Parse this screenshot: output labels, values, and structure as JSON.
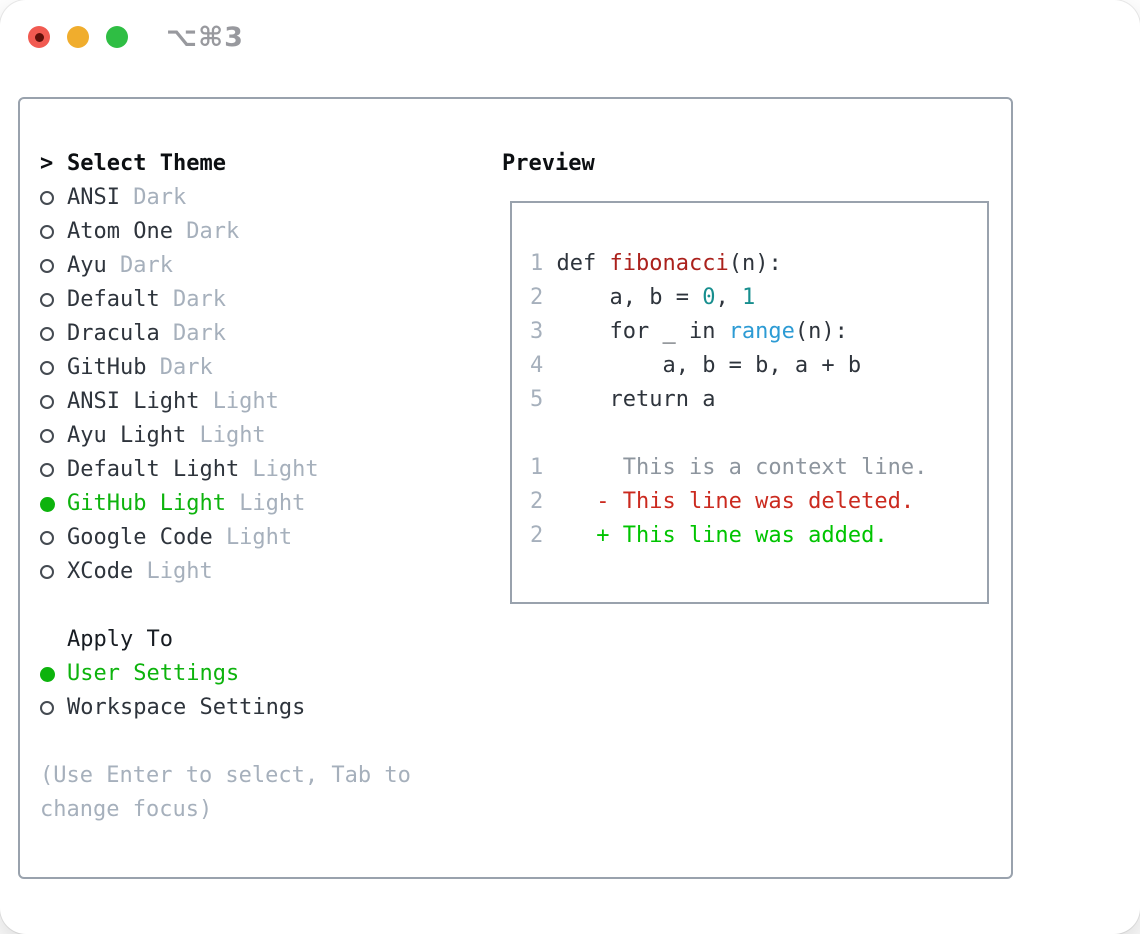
{
  "window": {
    "title": "⌥⌘3"
  },
  "theme_panel": {
    "header_marker": ">",
    "header_label": "Select Theme",
    "themes": [
      {
        "name": "ANSI",
        "variant": "Dark",
        "selected": false
      },
      {
        "name": "Atom One",
        "variant": "Dark",
        "selected": false
      },
      {
        "name": "Ayu",
        "variant": "Dark",
        "selected": false
      },
      {
        "name": "Default",
        "variant": "Dark",
        "selected": false
      },
      {
        "name": "Dracula",
        "variant": "Dark",
        "selected": false
      },
      {
        "name": "GitHub",
        "variant": "Dark",
        "selected": false
      },
      {
        "name": "ANSI Light",
        "variant": "Light",
        "selected": false
      },
      {
        "name": "Ayu Light",
        "variant": "Light",
        "selected": false
      },
      {
        "name": "Default Light",
        "variant": "Light",
        "selected": false
      },
      {
        "name": "GitHub Light",
        "variant": "Light",
        "selected": true
      },
      {
        "name": "Google Code",
        "variant": "Light",
        "selected": false
      },
      {
        "name": "XCode",
        "variant": "Light",
        "selected": false
      }
    ],
    "apply_to": {
      "label": "Apply To",
      "options": [
        {
          "name": "User Settings",
          "selected": true
        },
        {
          "name": "Workspace Settings",
          "selected": false
        }
      ]
    },
    "hint": "(Use Enter to select, Tab to change focus)"
  },
  "preview": {
    "label": "Preview",
    "lines": [
      {
        "num": "1",
        "segs": [
          {
            "t": " def ",
            "c": "code"
          },
          {
            "t": "fibonacci",
            "c": "function_red"
          },
          {
            "t": "(n):",
            "c": "code"
          }
        ]
      },
      {
        "num": "2",
        "segs": [
          {
            "t": "     a, b = ",
            "c": "code"
          },
          {
            "t": "0",
            "c": "number_teal"
          },
          {
            "t": ", ",
            "c": "code"
          },
          {
            "t": "1",
            "c": "number_teal"
          }
        ]
      },
      {
        "num": "3",
        "segs": [
          {
            "t": "     for _ in ",
            "c": "code"
          },
          {
            "t": "range",
            "c": "builtin_blue"
          },
          {
            "t": "(n):",
            "c": "code"
          }
        ]
      },
      {
        "num": "4",
        "segs": [
          {
            "t": "         a, b = b, a + b",
            "c": "code"
          }
        ]
      },
      {
        "num": "5",
        "segs": [
          {
            "t": "     return a",
            "c": "code"
          }
        ]
      },
      {
        "num": "",
        "segs": []
      },
      {
        "num": "1",
        "segs": [
          {
            "t": "      This is a context line.",
            "c": "context_gray"
          }
        ]
      },
      {
        "num": "2",
        "segs": [
          {
            "t": "    - This line was deleted.",
            "c": "deleted_red"
          }
        ]
      },
      {
        "num": "2",
        "segs": [
          {
            "t": "    + This line was added.",
            "c": "added_green"
          }
        ]
      }
    ]
  },
  "colors": {
    "selection_green": "#0db30d",
    "code": "#2e343c",
    "function_red": "#ab211c",
    "number_teal": "#178e8e",
    "builtin_blue": "#2d9bd4",
    "context_gray": "#8d959e",
    "deleted_red": "#cb2a1f",
    "added_green": "#00c400",
    "muted": "#a6b0bc",
    "lineno": "#a6b0bc",
    "titlebar_text": "#98999e",
    "traffic_red": "#f15a51",
    "traffic_red_dot": "#5f100a",
    "traffic_yellow": "#f0ad2d",
    "traffic_green": "#2fbe44"
  }
}
